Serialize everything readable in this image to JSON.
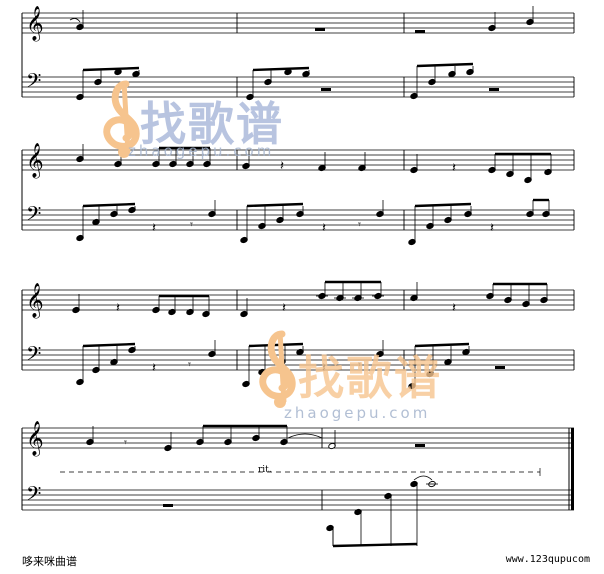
{
  "footer": {
    "left_text": "哆来咪曲谱",
    "right_text": "www.123qupucom"
  },
  "watermark": {
    "brand_cn": "找歌谱",
    "brand_en": "zhaogepu.com",
    "color_blue": "#9fb0d6",
    "color_orange": "#f6c48e"
  },
  "score": {
    "systems": 4,
    "measures_per_system": [
      3,
      3,
      3,
      2
    ],
    "tempo_marking": "rit."
  }
}
